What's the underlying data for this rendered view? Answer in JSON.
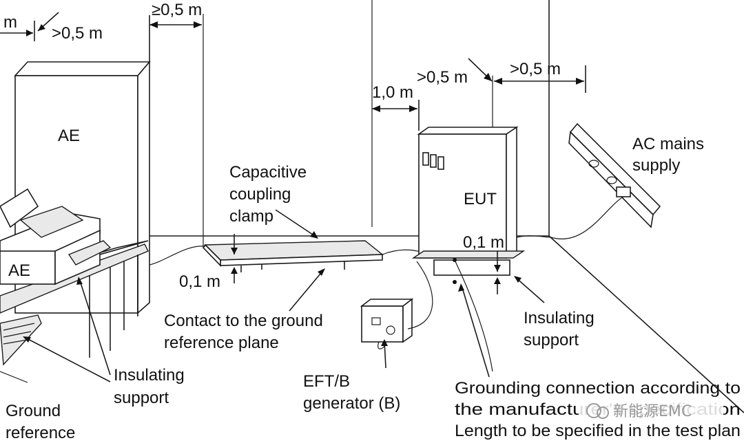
{
  "labels": {
    "ae_cabinet": "AE",
    "ae_table": "AE",
    "eut": "EUT",
    "capacitive_clamp": [
      "Capacitive",
      "coupling",
      "clamp"
    ],
    "contact_ground": [
      "Contact to the ground",
      "reference plane"
    ],
    "insulating_support_left": [
      "Insulating",
      "support"
    ],
    "insulating_support_right": [
      "Insulating",
      "support"
    ],
    "ground_reference": [
      "Ground",
      "reference"
    ],
    "eft_generator": [
      "EFT/B",
      "generator (B)"
    ],
    "grounding_connection": [
      "Grounding connection according to",
      "the manufacturer's specification",
      "Length to be specified in the test plan"
    ],
    "ac_mains": [
      "AC mains",
      "supply"
    ],
    "watermark": "新能源EMC"
  },
  "dimensions": {
    "top_left_m": "m",
    "top_gt05_left": ">0,5 m",
    "top_ge05": "≥0,5 m",
    "d_1_0": "1,0 m",
    "d_gt05_eut": ">0,5 m",
    "d_gt05_right": ">0,5 m",
    "d_01_clamp": "0,1 m",
    "d_01_eut": "0,1 m"
  }
}
